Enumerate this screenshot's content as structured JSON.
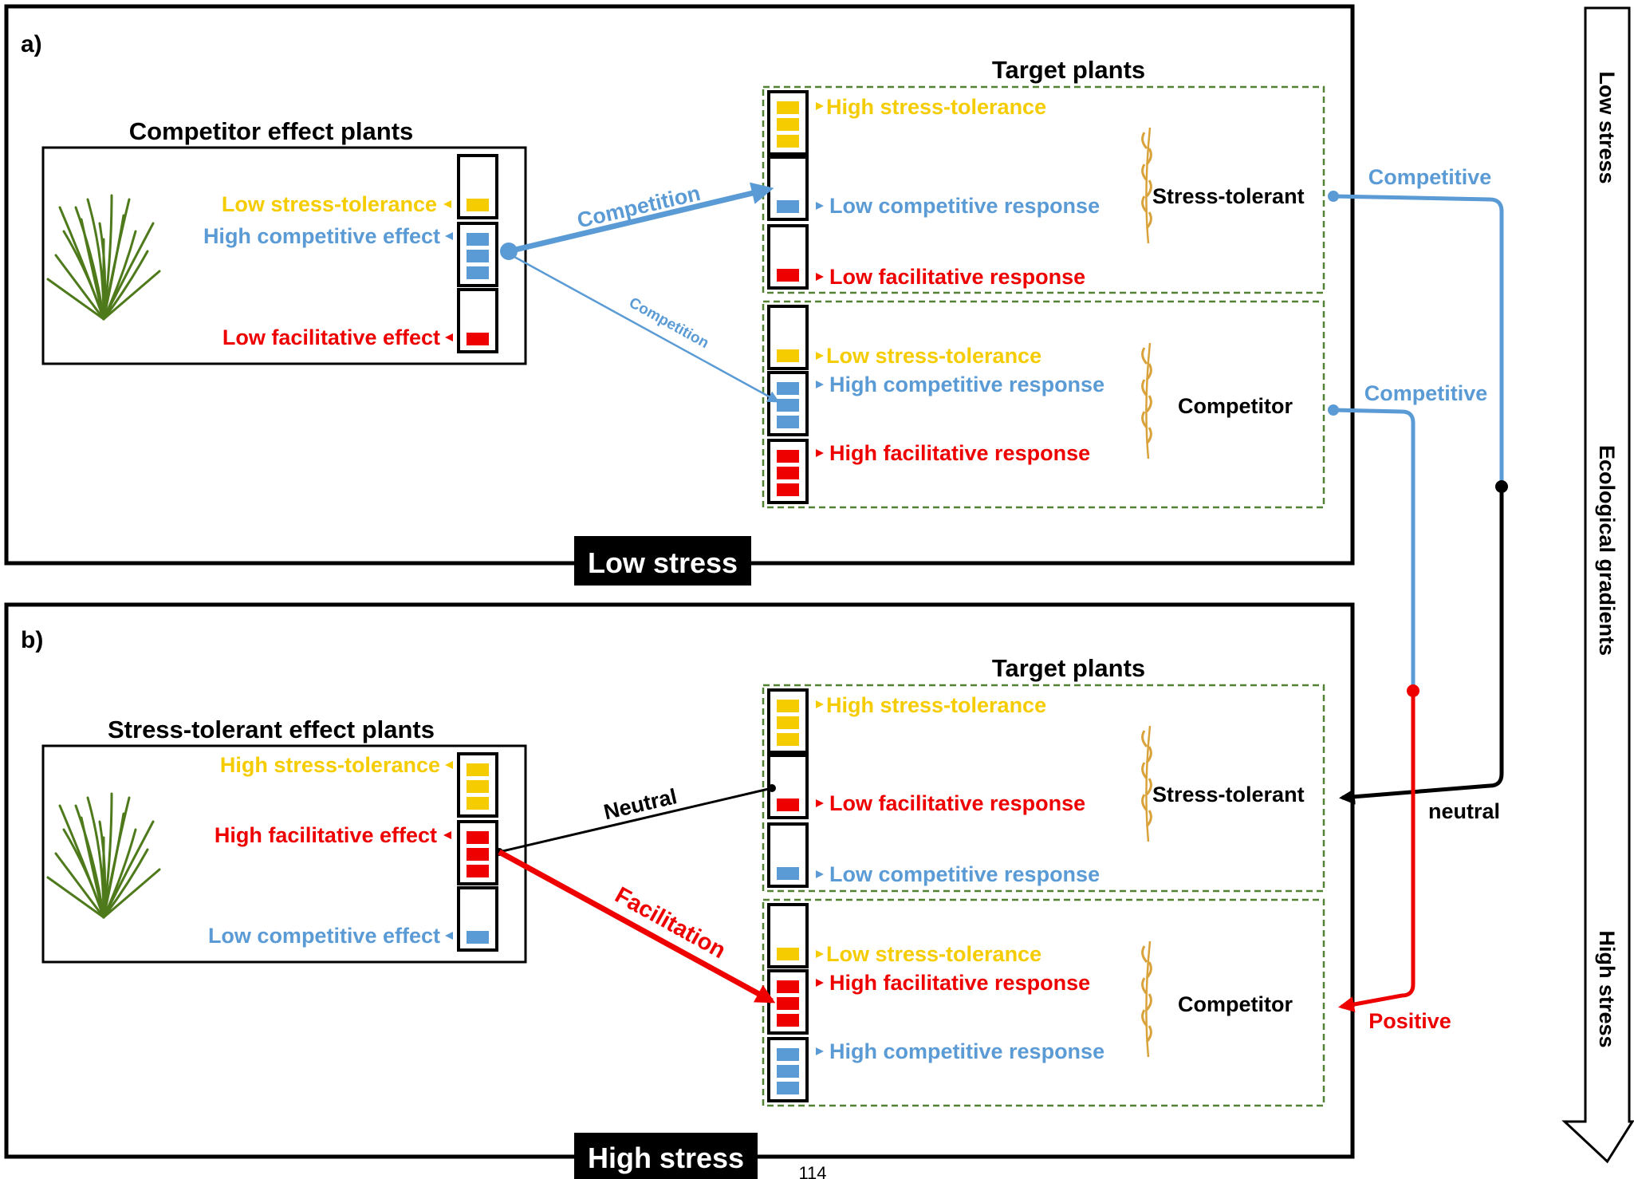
{
  "colors": {
    "yellow": "#F5CC00",
    "blue": "#5B9BD5",
    "red": "#EE0000",
    "black": "#000000",
    "green_dash": "#548235",
    "grass": "#4E7A1C",
    "wheat": "#D9A23A"
  },
  "panel_a": {
    "label": "a)",
    "footer": "Low stress",
    "effect_plants": {
      "title": "Competitor effect plants",
      "traits": [
        {
          "label": "Low stress-tolerance",
          "color": "yellow",
          "level": 1
        },
        {
          "label": "High competitive effect",
          "color": "blue",
          "level": 3
        },
        {
          "label": "Low facilitative effect",
          "color": "red",
          "level": 1
        }
      ]
    },
    "target_title": "Target plants",
    "targets": [
      {
        "name": "Stress-tolerant",
        "traits": [
          {
            "label": "High stress-tolerance",
            "color": "yellow",
            "level": 3
          },
          {
            "label": "Low competitive response",
            "color": "blue",
            "level": 1
          },
          {
            "label": "Low facilitative response",
            "color": "red",
            "level": 1
          }
        ]
      },
      {
        "name": "Competitor",
        "traits": [
          {
            "label": "Low stress-tolerance",
            "color": "yellow",
            "level": 1
          },
          {
            "label": "High competitive response",
            "color": "blue",
            "level": 3
          },
          {
            "label": "High facilitative response",
            "color": "red",
            "level": 3
          }
        ]
      }
    ],
    "interactions": [
      {
        "label": "Competition",
        "color": "blue",
        "emphasis": "strong"
      },
      {
        "label": "Competition",
        "color": "blue",
        "emphasis": "weak"
      }
    ],
    "outcomes": [
      "Competitive",
      "Competitive"
    ]
  },
  "panel_b": {
    "label": "b)",
    "footer": "High stress",
    "effect_plants": {
      "title": "Stress-tolerant effect plants",
      "traits": [
        {
          "label": "High stress-tolerance",
          "color": "yellow",
          "level": 3
        },
        {
          "label": "High facilitative effect",
          "color": "red",
          "level": 3
        },
        {
          "label": "Low competitive effect",
          "color": "blue",
          "level": 1
        }
      ]
    },
    "target_title": "Target plants",
    "targets": [
      {
        "name": "Stress-tolerant",
        "traits": [
          {
            "label": "High stress-tolerance",
            "color": "yellow",
            "level": 3
          },
          {
            "label": "Low facilitative response",
            "color": "red",
            "level": 1
          },
          {
            "label": "Low competitive response",
            "color": "blue",
            "level": 1
          }
        ]
      },
      {
        "name": "Competitor",
        "traits": [
          {
            "label": "Low stress-tolerance",
            "color": "yellow",
            "level": 1
          },
          {
            "label": "High facilitative response",
            "color": "red",
            "level": 3
          },
          {
            "label": "High competitive response",
            "color": "blue",
            "level": 3
          }
        ]
      }
    ],
    "interactions": [
      {
        "label": "Neutral",
        "color": "black",
        "emphasis": "normal"
      },
      {
        "label": "Facilitation",
        "color": "red",
        "emphasis": "strong"
      }
    ],
    "outcomes": [
      "neutral",
      "Positive"
    ]
  },
  "gradient": {
    "top": "Low stress",
    "middle": "Ecological gradients",
    "bottom": "High stress"
  },
  "page_number": "114"
}
